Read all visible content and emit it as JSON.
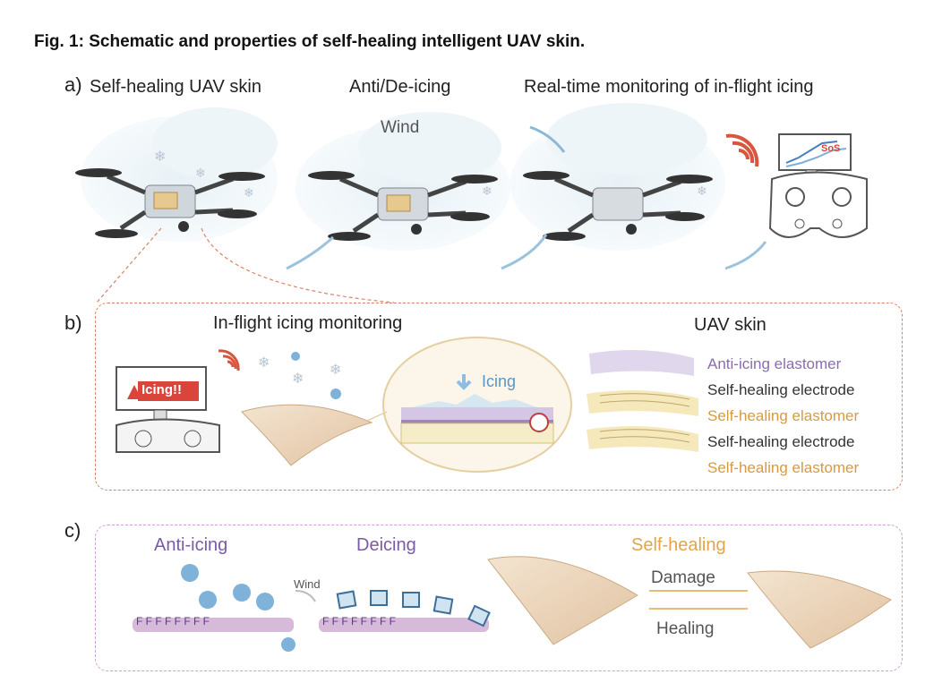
{
  "figure_title": "Fig. 1: Schematic and properties of self-healing intelligent UAV skin.",
  "panel_a": {
    "letter": "a)",
    "headings": [
      "Self-healing UAV skin",
      "Anti/De-icing",
      "Real-time monitoring of in-flight icing"
    ],
    "wind_label": "Wind",
    "sos_label": "SoS"
  },
  "panel_b": {
    "letter": "b)",
    "heading_left": "In-flight icing monitoring",
    "heading_right": "UAV skin",
    "alert_label": "Icing!!",
    "icing_label": "Icing",
    "layers": [
      {
        "label": "Anti-icing elastomer",
        "color": "#8a6db0"
      },
      {
        "label": "Self-healing electrode",
        "color": "#333333"
      },
      {
        "label": "Self-healing elastomer",
        "color": "#d99a3e"
      },
      {
        "label": "Self-healing electrode",
        "color": "#333333"
      },
      {
        "label": "Self-healing elastomer",
        "color": "#d99a3e"
      }
    ]
  },
  "panel_c": {
    "letter": "c)",
    "anti_icing_label": "Anti-icing",
    "deicing_label": "Deicing",
    "wind_label": "Wind",
    "self_healing_label": "Self-healing",
    "damage_label": "Damage",
    "healing_label": "Healing",
    "colors": {
      "anti_icing": "#7b5aa6",
      "deicing": "#7b5aa6",
      "self_healing": "#e3a44a"
    }
  }
}
